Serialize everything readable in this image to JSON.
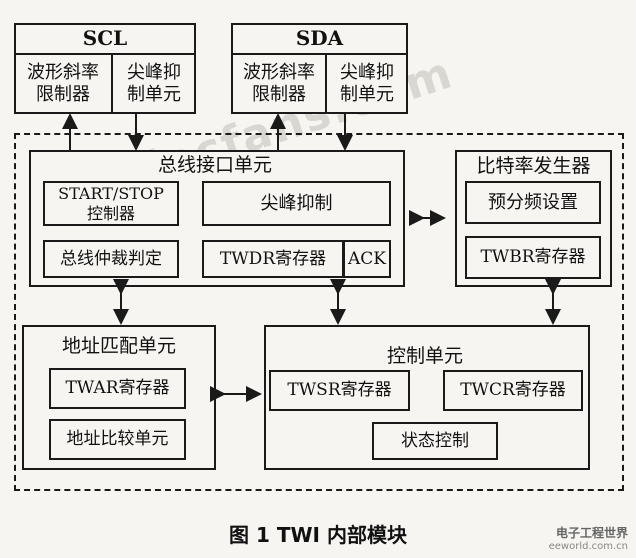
{
  "scl": {
    "title": "SCL",
    "left": "波形斜率\n限制器",
    "right": "尖峰抑\n制单元"
  },
  "sda": {
    "title": "SDA",
    "left": "波形斜率\n限制器",
    "right": "尖峰抑\n制单元"
  },
  "bus": {
    "title": "总线接口单元",
    "startstop": "START/STOP\n控制器",
    "spike": "尖峰抑制",
    "arbit": "总线仲裁判定",
    "twdr": "TWDR寄存器",
    "ack": "ACK"
  },
  "bitrate": {
    "title": "比特率发生器",
    "prescale": "预分频设置",
    "twbr": "TWBR寄存器"
  },
  "addr": {
    "title": "地址匹配单元",
    "twar": "TWAR寄存器",
    "compare": "地址比较单元"
  },
  "ctrl": {
    "title": "控制单元",
    "twsr": "TWSR寄存器",
    "twcr": "TWCR寄存器",
    "state": "状态控制"
  },
  "caption": "图 1   TWI 内部模块",
  "watermark": "elecfans.com",
  "logo": {
    "line1": "电子工程世界",
    "line2": "eeworld.com.cn"
  }
}
